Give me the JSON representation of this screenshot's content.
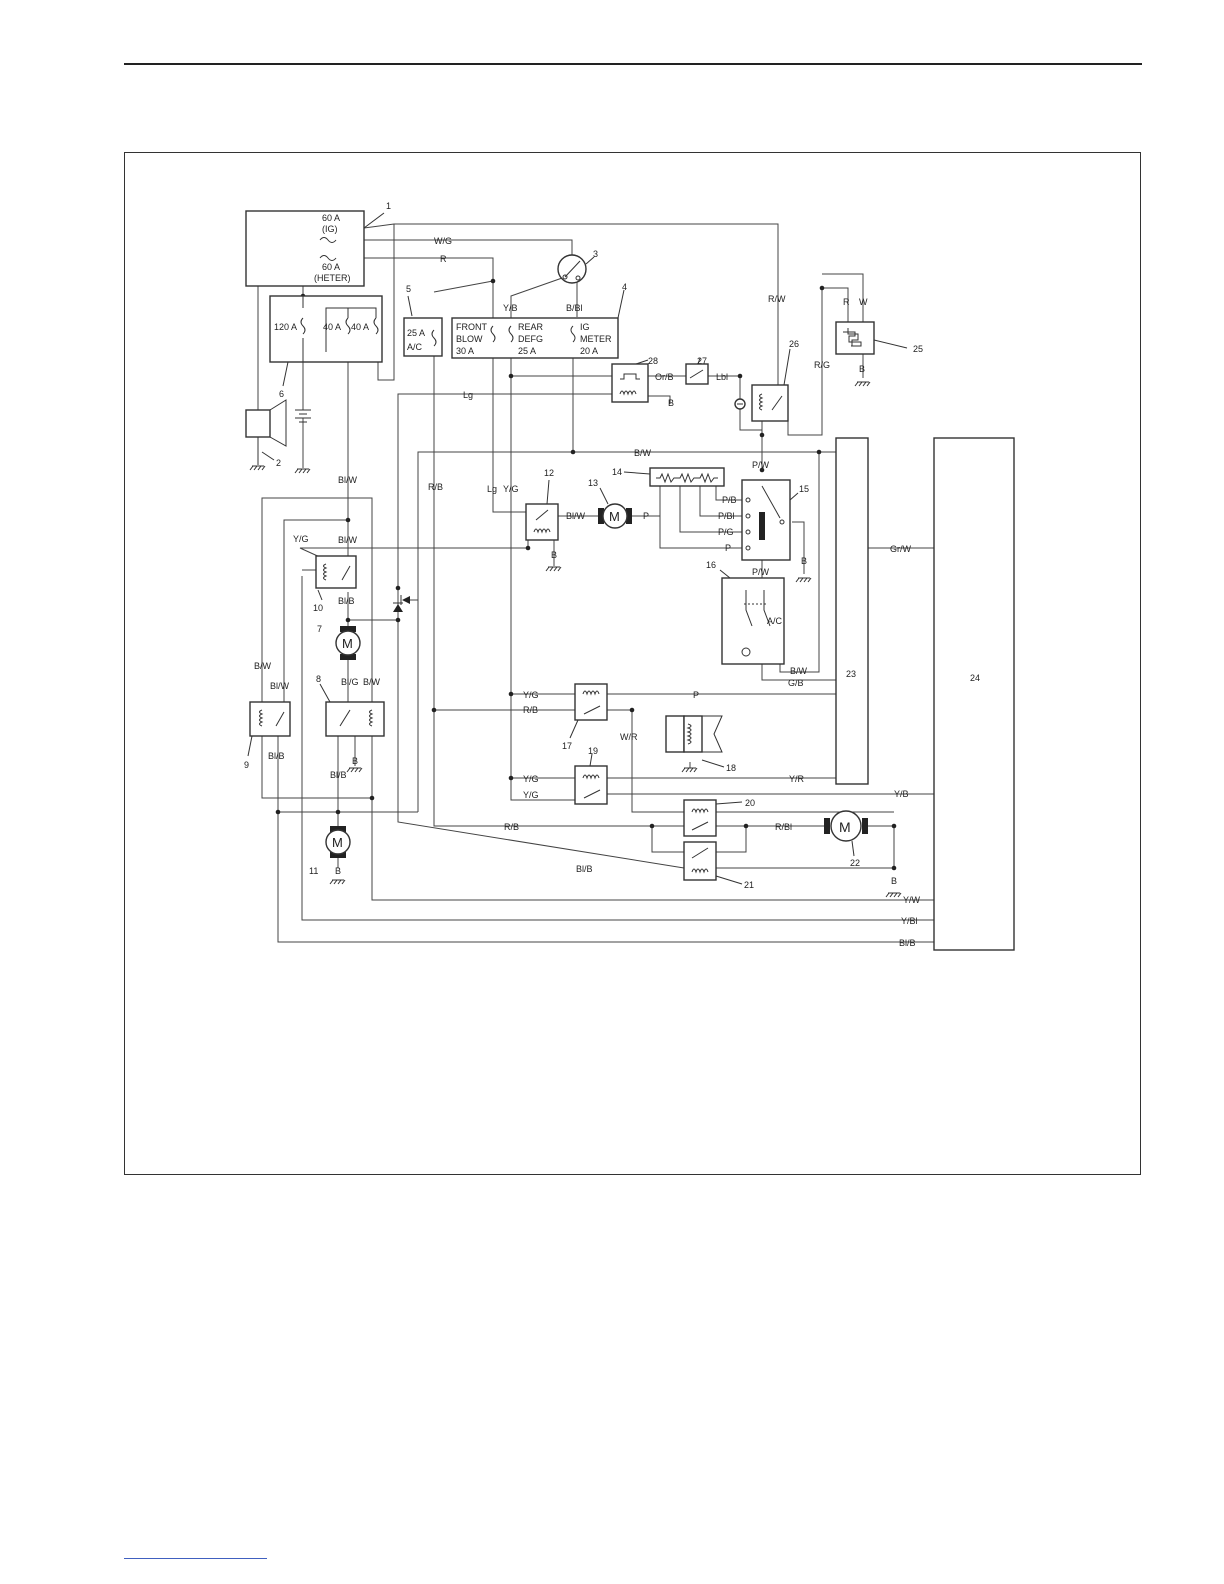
{
  "components": {
    "c1": {
      "num": "1",
      "fuse_ig": "60 A",
      "fuse_ig_sub": "(IG)",
      "fuse_heter": "60 A",
      "fuse_heter_sub": "(HETER)"
    },
    "c2": {
      "num": "2"
    },
    "c3": {
      "num": "3"
    },
    "c4": {
      "num": "4",
      "front1": "FRONT",
      "front2": "BLOW",
      "front3": "30 A",
      "rear1": "REAR",
      "rear2": "DEFG",
      "rear3": "25 A",
      "ig1": "IG",
      "ig2": "METER",
      "ig3": "20 A"
    },
    "c5": {
      "num": "5",
      "l1": "25 A",
      "l2": "A/C"
    },
    "c6": {
      "num": "6",
      "f1": "120 A",
      "f2": "40 A",
      "f3": "40 A"
    },
    "c7": {
      "num": "7"
    },
    "c8": {
      "num": "8"
    },
    "c9": {
      "num": "9"
    },
    "c10": {
      "num": "10"
    },
    "c11": {
      "num": "11"
    },
    "c12": {
      "num": "12"
    },
    "c13": {
      "num": "13"
    },
    "c14": {
      "num": "14"
    },
    "c15": {
      "num": "15"
    },
    "c16": {
      "num": "16",
      "ac": "A/C"
    },
    "c17": {
      "num": "17"
    },
    "c18": {
      "num": "18"
    },
    "c19": {
      "num": "19"
    },
    "c20": {
      "num": "20"
    },
    "c21": {
      "num": "21"
    },
    "c22": {
      "num": "22"
    },
    "c23": {
      "num": "23"
    },
    "c24": {
      "num": "24"
    },
    "c25": {
      "num": "25"
    },
    "c26": {
      "num": "26"
    },
    "c27": {
      "num": "27"
    },
    "c28": {
      "num": "28"
    }
  },
  "motor_letter": "M",
  "ground_label": "B",
  "wires": {
    "wg": "W/G",
    "r": "R",
    "yb": "Y/B",
    "bbl": "B/Bl",
    "rw": "R/W",
    "r25": "R",
    "w25": "W",
    "rg": "R/G",
    "orb": "Or/B",
    "lbl": "Lbl",
    "lg": "Lg",
    "bw_top": "B/W",
    "blw_main": "Bl/W",
    "rb_main": "R/B",
    "lg2": "Lg",
    "yg_v": "Y/G",
    "blw13": "Bl/W",
    "p13": "P",
    "pw15": "P/W",
    "pb": "P/B",
    "pbl": "P/Bl",
    "pg": "P/G",
    "p": "P",
    "pw16": "P/W",
    "bw16": "B/W",
    "gb16": "G/B",
    "grw": "Gr/W",
    "yg10": "Y/G",
    "blw10": "Bl/W",
    "blb10": "Bl/B",
    "bw9": "B/W",
    "blw9": "Bl/W",
    "blg8": "Bl/G",
    "bw8": "B/W",
    "blb9": "Bl/B",
    "blb8": "Bl/B",
    "yg17": "Y/G",
    "rb17": "R/B",
    "p17": "P",
    "wr": "W/R",
    "yg19a": "Y/G",
    "yg19b": "Y/G",
    "yr": "Y/R",
    "yb24": "Y/B",
    "rb20": "R/B",
    "rbl22": "R/Bl",
    "blb21": "Bl/B",
    "yw": "Y/W",
    "ybl": "Y/Bl",
    "blb24": "Bl/B"
  }
}
